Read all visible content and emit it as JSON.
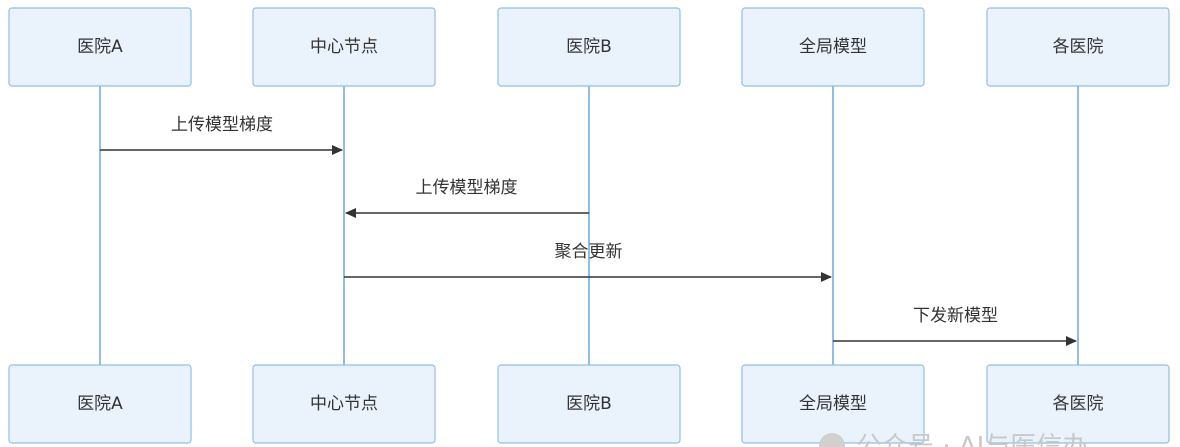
{
  "participants": [
    {
      "id": "hospitalA",
      "label": "医院A"
    },
    {
      "id": "center",
      "label": "中心节点"
    },
    {
      "id": "hospitalB",
      "label": "医院B"
    },
    {
      "id": "global",
      "label": "全局模型"
    },
    {
      "id": "all",
      "label": "各医院"
    }
  ],
  "messages": [
    {
      "from": 0,
      "to": 1,
      "label": "上传模型梯度"
    },
    {
      "from": 2,
      "to": 1,
      "label": "上传模型梯度"
    },
    {
      "from": 1,
      "to": 3,
      "label": "聚合更新"
    },
    {
      "from": 3,
      "to": 4,
      "label": "下发新模型"
    }
  ],
  "watermark": "公众号 · AI与医信办",
  "colors": {
    "box_fill": "#eaf3fb",
    "box_stroke": "#8fbfe6",
    "lifeline": "#8fbfe6",
    "arrow": "#333333",
    "text": "#333333"
  }
}
